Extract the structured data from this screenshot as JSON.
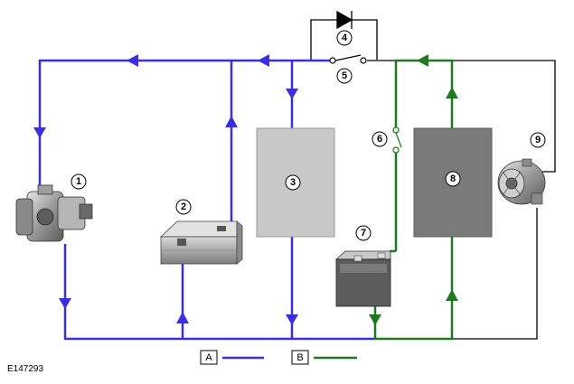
{
  "figure_id": "E147293",
  "colors": {
    "path_a": "#3a2fe0",
    "path_b": "#1f7a1f",
    "wire": "#000000",
    "module_light": "#c8c8c8",
    "module_dark": "#7a7a7a"
  },
  "callouts": [
    "1",
    "2",
    "3",
    "4",
    "5",
    "6",
    "7",
    "8",
    "9"
  ],
  "legend": {
    "a_label": "A",
    "b_label": "B"
  },
  "components": [
    {
      "callout": "1",
      "icon": "starter-motor-icon"
    },
    {
      "callout": "2",
      "icon": "main-battery-icon"
    },
    {
      "callout": "3",
      "icon": "module-box-light"
    },
    {
      "callout": "4",
      "icon": "diode-icon"
    },
    {
      "callout": "5",
      "icon": "relay-switch-icon"
    },
    {
      "callout": "6",
      "icon": "open-switch-icon"
    },
    {
      "callout": "7",
      "icon": "auxiliary-battery-icon"
    },
    {
      "callout": "8",
      "icon": "module-box-dark"
    },
    {
      "callout": "9",
      "icon": "alternator-icon"
    }
  ]
}
